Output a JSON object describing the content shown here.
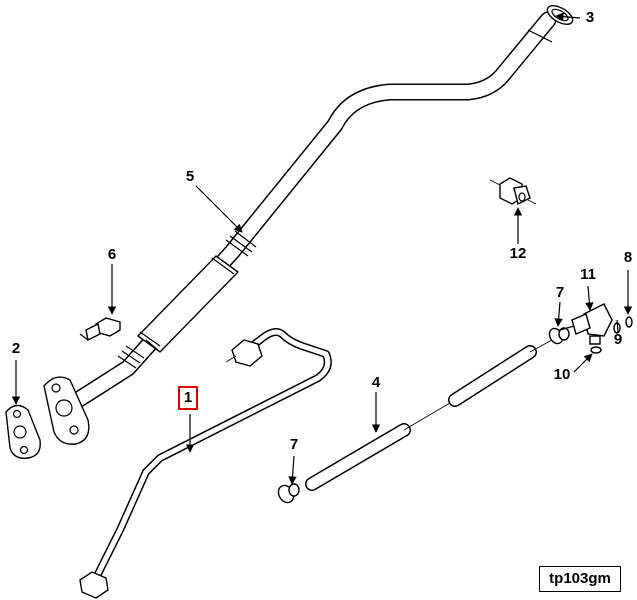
{
  "callouts": [
    {
      "id": "c1",
      "text": "1",
      "highlighted": true
    },
    {
      "id": "c2",
      "text": "2"
    },
    {
      "id": "c3",
      "text": "3"
    },
    {
      "id": "c4",
      "text": "4"
    },
    {
      "id": "c5",
      "text": "5"
    },
    {
      "id": "c6",
      "text": "6"
    },
    {
      "id": "c7a",
      "text": "7"
    },
    {
      "id": "c7b",
      "text": "7"
    },
    {
      "id": "c8",
      "text": "8"
    },
    {
      "id": "c9",
      "text": "9"
    },
    {
      "id": "c10",
      "text": "10"
    },
    {
      "id": "c11",
      "text": "11"
    },
    {
      "id": "c12",
      "text": "12"
    }
  ],
  "reference_code": "tp103gm",
  "colors": {
    "line": "#000000",
    "highlight_box": "#e00000",
    "background": "#ffffff"
  }
}
